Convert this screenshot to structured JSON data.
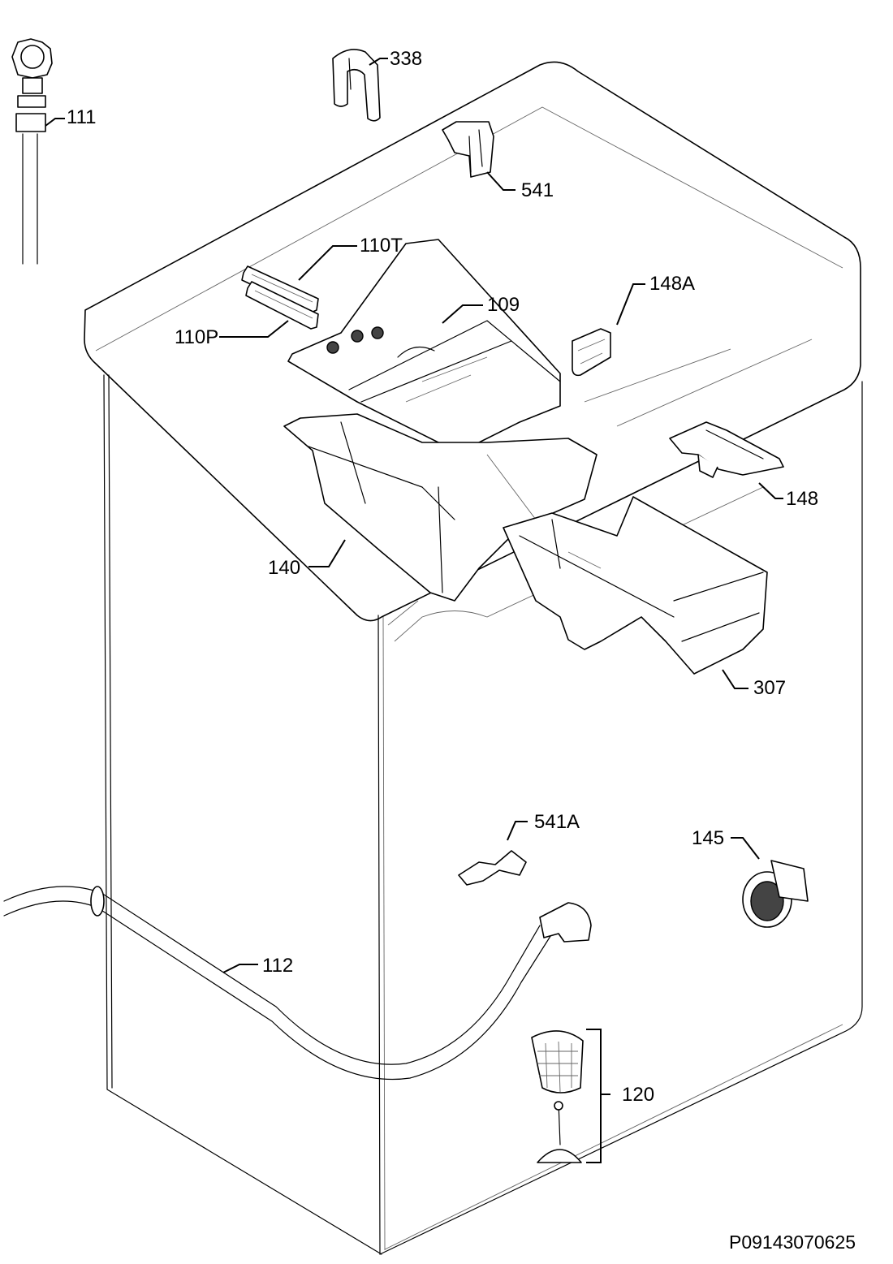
{
  "labels": {
    "l338": "338",
    "l111": "111",
    "l541": "541",
    "l110T": "110T",
    "l148A": "148A",
    "l109": "109",
    "l110P": "110P",
    "l148": "148",
    "l140": "140",
    "l307": "307",
    "l541A": "541A",
    "l145": "145",
    "l112": "112",
    "l120": "120"
  },
  "document_id": "P09143070625"
}
